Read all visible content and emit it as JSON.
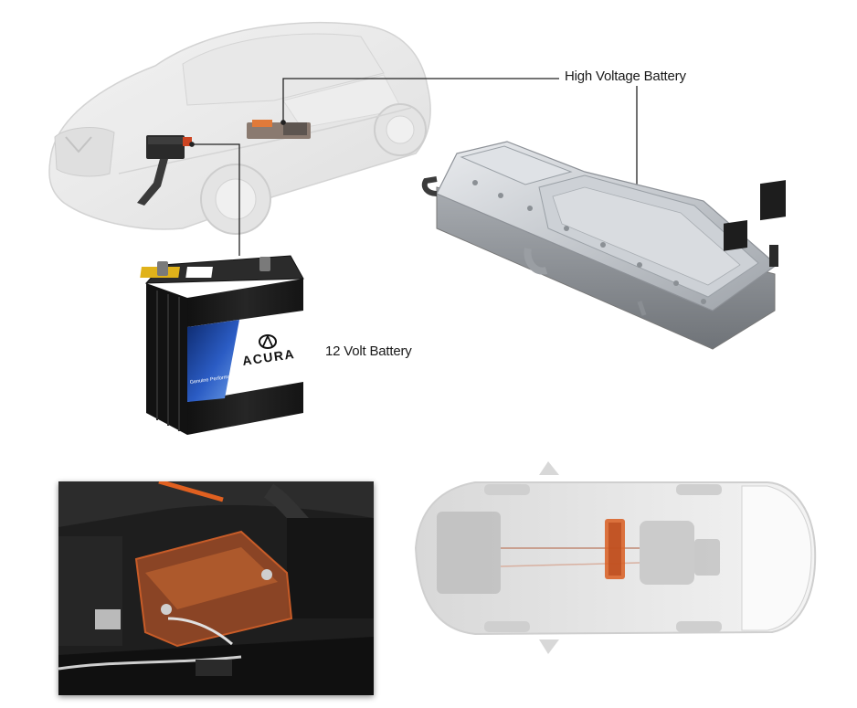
{
  "labels": {
    "high_voltage": "High Voltage Battery",
    "twelve_volt": "12 Volt Battery"
  },
  "battery_brand": "ACURA",
  "battery_tagline": "Genuine Performance",
  "colors": {
    "line": "#222222",
    "highlight_orange": "#d9642a",
    "battery_case": "#1c1c1c",
    "battery_label_blue": "#1f3f8f",
    "hv_pack_silver": "#c9ccd0"
  }
}
